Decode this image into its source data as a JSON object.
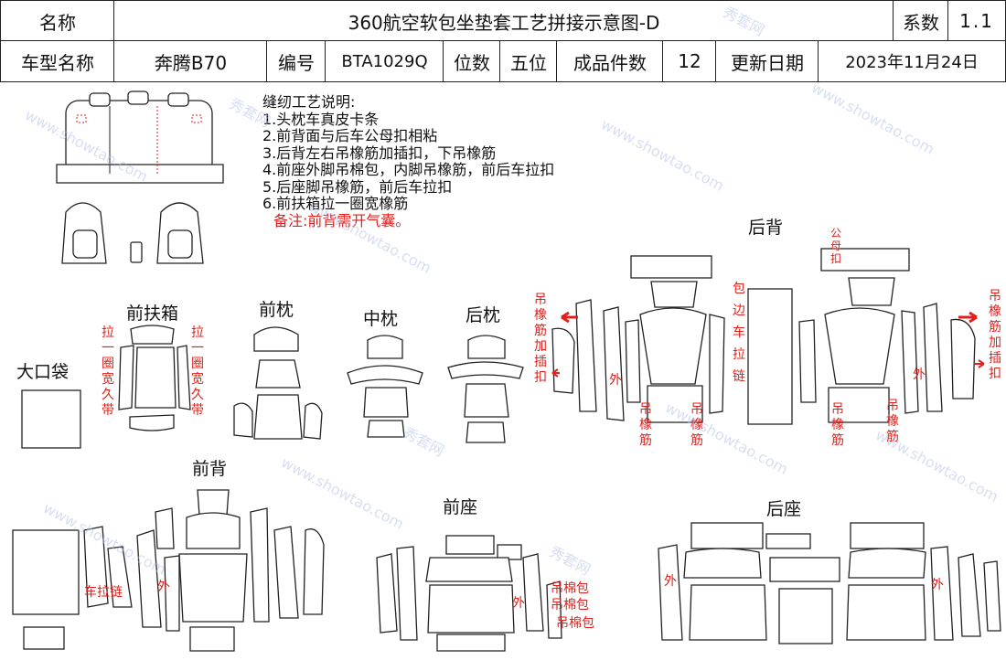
{
  "header": {
    "name_label": "名称",
    "title": "360航空软包坐垫套工艺拼接示意图-D",
    "series_label": "系数",
    "series_value": "1.1",
    "model_label": "车型名称",
    "model_value": "奔腾B70",
    "code_label": "编号",
    "code_value": "BTA1029Q",
    "seats_label": "位数",
    "seats_value": "五位",
    "pieces_label": "成品件数",
    "pieces_value": "12",
    "update_label": "更新日期",
    "update_value": "2023年11月24日"
  },
  "notes": {
    "heading": "缝纫工艺说明:",
    "items": [
      "1.头枕车真皮卡条",
      "2.前背面与后车公母扣相粘",
      "3.后背左右吊橡筋加插扣，下吊橡筋",
      "4.前座外脚吊棉包，内脚吊橡筋，前后车拉扣",
      "5.后座脚吊橡筋，前后车拉扣",
      "6.前扶箱拉一圈宽橡筋"
    ],
    "remark": "备注:前背需开气囊。"
  },
  "sections": {
    "front_armrest": "前扶箱",
    "front_pillow": "前枕",
    "mid_pillow": "中枕",
    "rear_pillow": "后枕",
    "big_bag": "大口袋",
    "rear_back": "后背",
    "front_back": "前背",
    "front_seat": "前座",
    "rear_seat": "后座"
  },
  "annotations": {
    "armrest_left": "拉一圈宽久带",
    "armrest_right": "拉一圈宽久带",
    "rb_left": "吊橡筋加插扣",
    "rb_right": "吊橡筋加插扣",
    "rb_wai_left": "外",
    "rb_wai_right": "外",
    "rb_hang1": "吊橡筋",
    "rb_hang2": "吊橡筋",
    "rb_hang3": "吊橡筋",
    "rb_hang4": "吊橡筋",
    "rb_edge": "包边车拉链",
    "rb_snap": "公母扣",
    "fb_zipper": "车拉链",
    "fb_wai": "外",
    "fs_wai": "外",
    "fs_cotton1": "吊棉包",
    "fs_cotton2": "吊棉包",
    "fs_cotton3": "吊棉包",
    "rs_wai_left": "外",
    "rs_wai_right": "外"
  },
  "watermark": {
    "cn": "秀套网",
    "en": "www.showtao.com"
  },
  "colors": {
    "annotation": "#e0201c",
    "line": "#222222",
    "watermark": "#b8c4ec",
    "arrow": "#e0201c"
  }
}
